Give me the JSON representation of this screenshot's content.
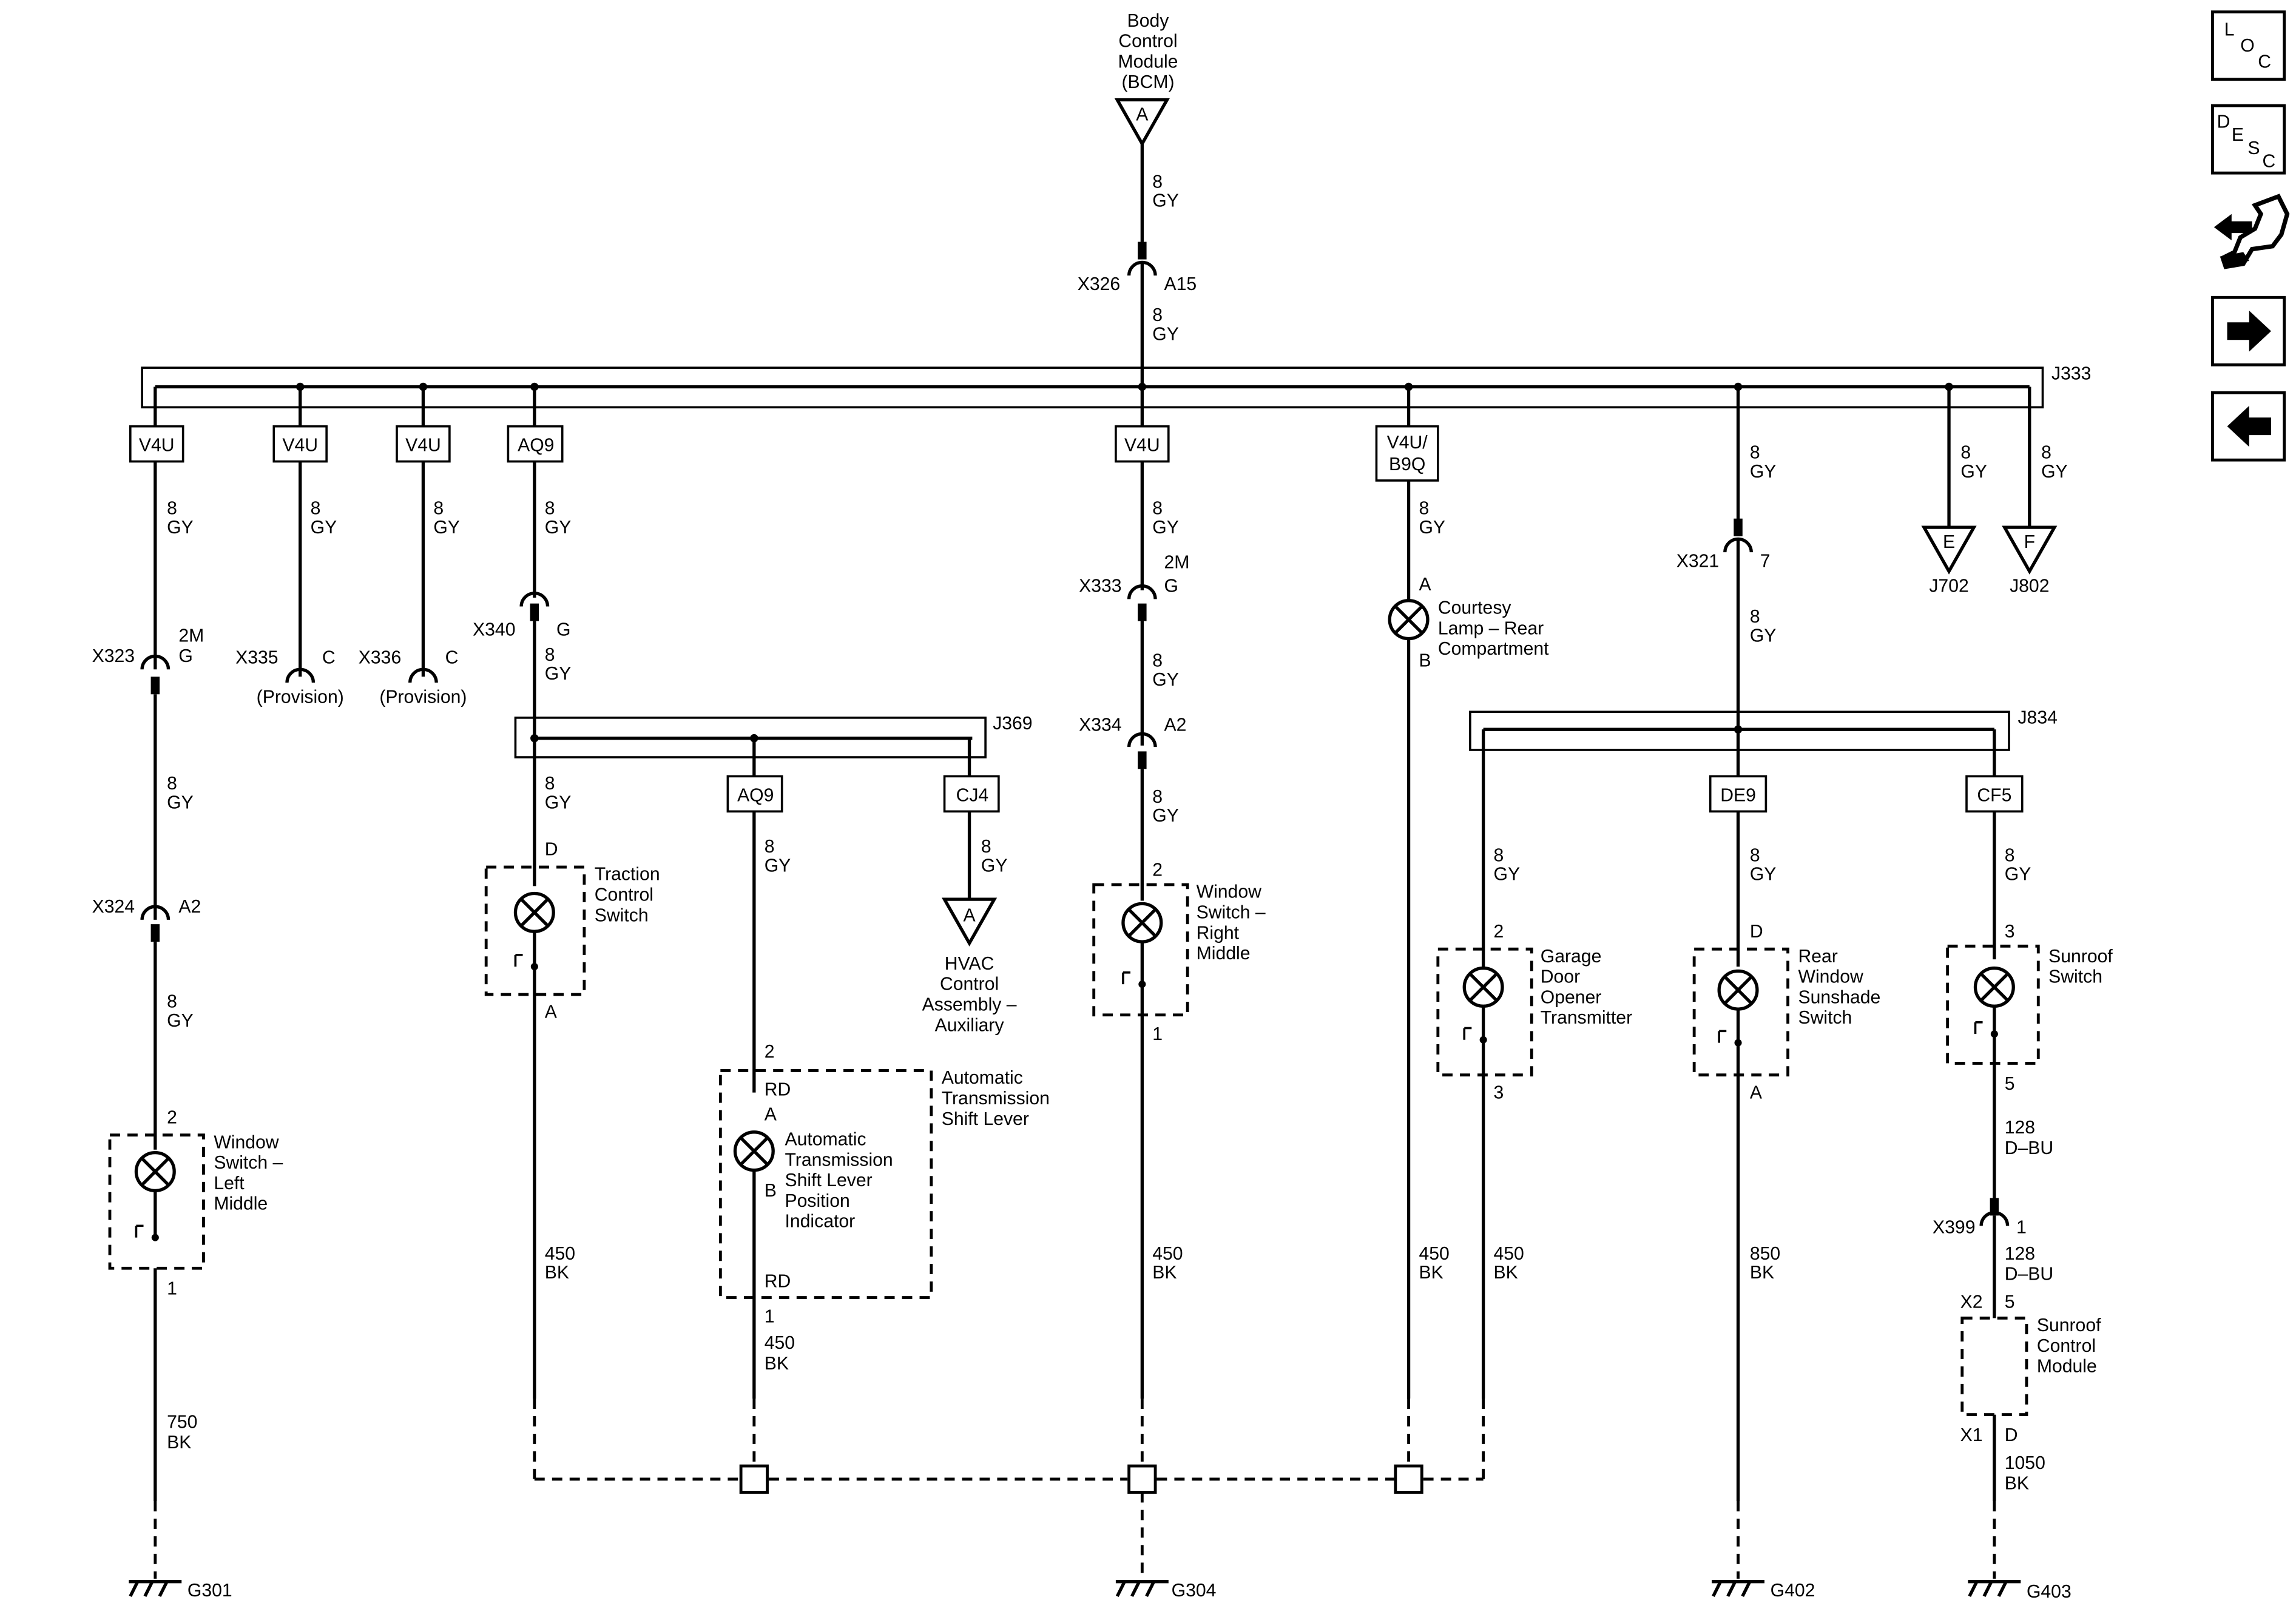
{
  "bcm": {
    "l1": "Body",
    "l2": "Control",
    "l3": "Module",
    "l4": "(BCM)",
    "pin": "A"
  },
  "wires": {
    "w8gy": "8",
    "gy": "GY",
    "w450": "450",
    "w750": "750",
    "w850": "850",
    "w1050": "1050",
    "bk": "BK",
    "w128": "128",
    "dbu": "D–BU"
  },
  "conn": {
    "x326": "X326",
    "a15": "A15",
    "x323": "X323",
    "x324": "X324",
    "x335": "X335",
    "x336": "X336",
    "x340": "X340",
    "x333": "X333",
    "x334": "X334",
    "x321": "X321",
    "x399": "X399",
    "x2": "X2",
    "x1": "X1",
    "p2m": "2M",
    "pg": "G",
    "pc": "C",
    "pa2": "A2",
    "p7": "7",
    "p1": "1",
    "p2": "2",
    "p3": "3",
    "p5": "5",
    "pd": "D",
    "pa": "A",
    "pb": "B",
    "rd": "RD",
    "provision": "(Provision)"
  },
  "splices": {
    "j333": "J333",
    "j369": "J369",
    "j834": "J834",
    "j702": "J702",
    "j802": "J802",
    "e": "E",
    "f": "F"
  },
  "options": {
    "v4u": "V4U",
    "aq9": "AQ9",
    "v4ub9q_1": "V4U/",
    "v4ub9q_2": "B9Q",
    "cj4": "CJ4",
    "de9": "DE9",
    "cf5": "CF5"
  },
  "comp": {
    "wsl": [
      "Window",
      "Switch –",
      "Left",
      "Middle"
    ],
    "tcs": [
      "Traction",
      "Control",
      "Switch"
    ],
    "hvac": [
      "HVAC",
      "Control",
      "Assembly –",
      "Auxiliary"
    ],
    "atsl": [
      "Automatic",
      "Transmission",
      "Shift Lever"
    ],
    "atspi": [
      "Automatic",
      "Transmission",
      "Shift Lever",
      "Position",
      "Indicator"
    ],
    "wsr": [
      "Window",
      "Switch –",
      "Right",
      "Middle"
    ],
    "cl": [
      "Courtesy",
      "Lamp – Rear",
      "Compartment"
    ],
    "gdo": [
      "Garage",
      "Door",
      "Opener",
      "Transmitter"
    ],
    "rws": [
      "Rear",
      "Window",
      "Sunshade",
      "Switch"
    ],
    "srs": [
      "Sunroof",
      "Switch"
    ],
    "scm": [
      "Sunroof",
      "Control",
      "Module"
    ]
  },
  "grounds": {
    "g301": "G301",
    "g304": "G304",
    "g402": "G402",
    "g403": "G403"
  },
  "nav": {
    "loc": [
      "L",
      "O",
      "C"
    ],
    "desc": [
      "D",
      "E",
      "S",
      "C"
    ]
  }
}
